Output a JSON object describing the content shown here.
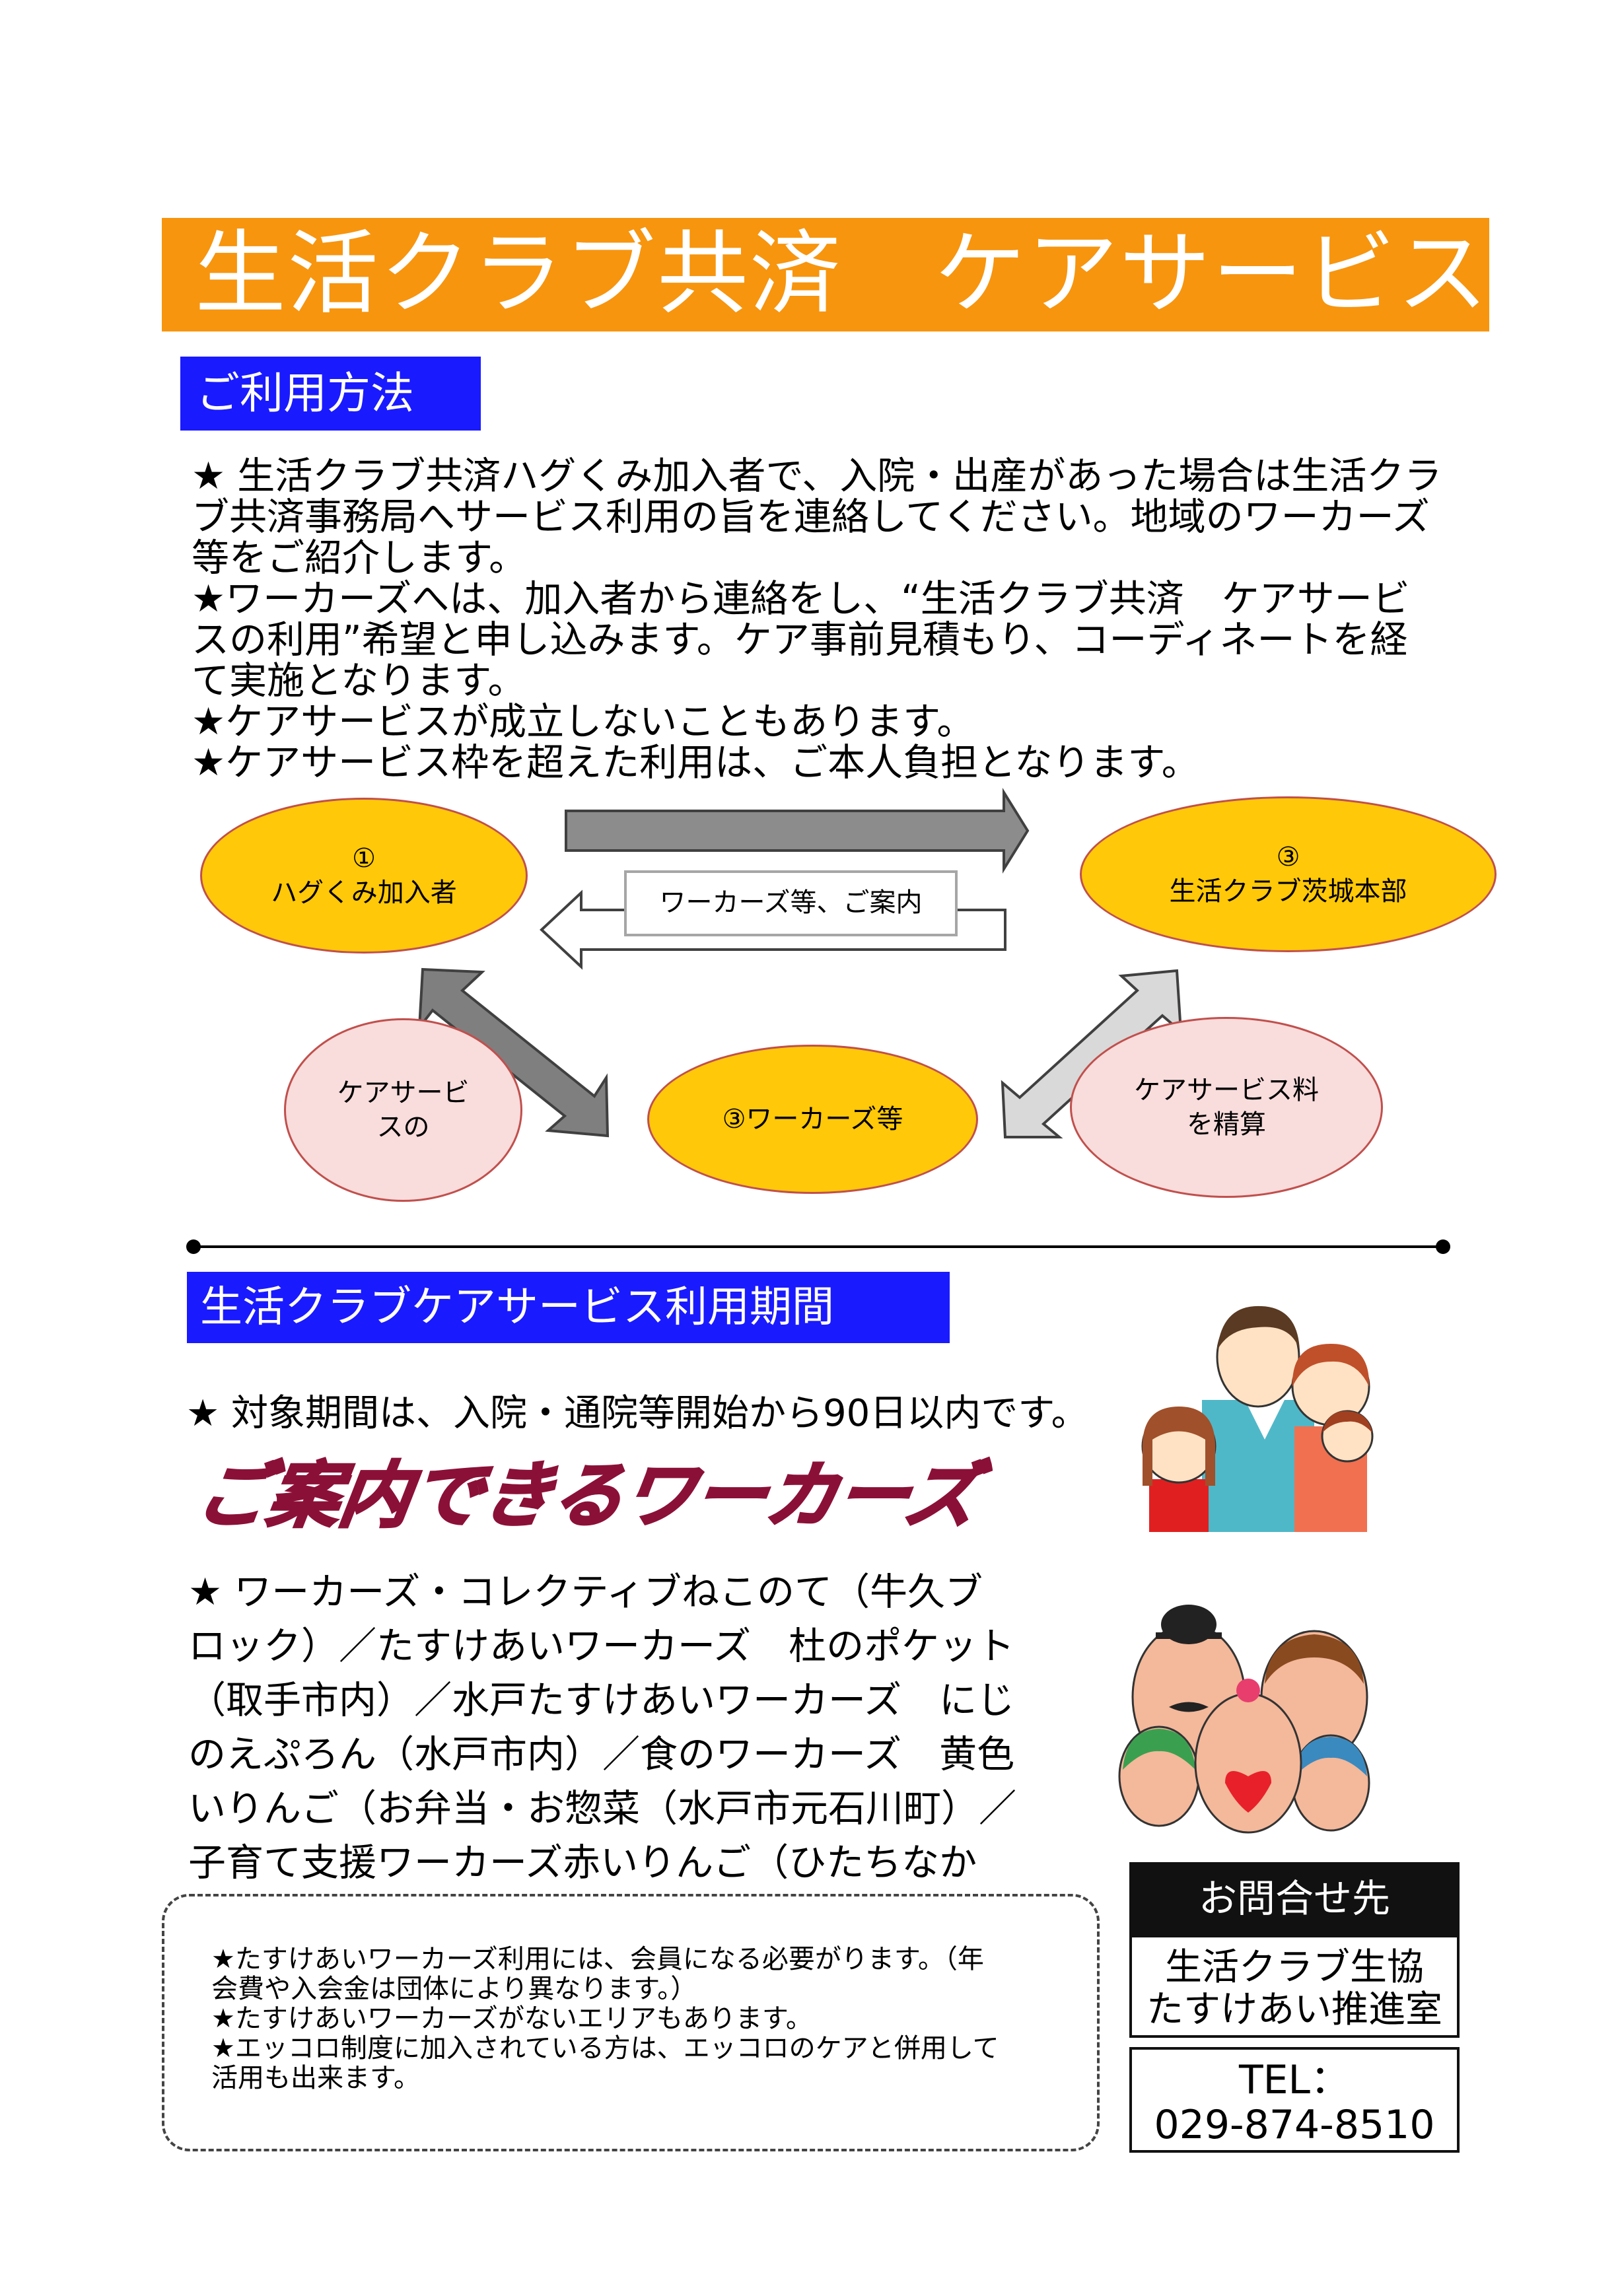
{
  "title": "生活クラブ共済　ケアサービス",
  "usage": {
    "heading": "ご利用方法",
    "lines": [
      "★ 生活クラブ共済ハグくみ加入者で、入院・出産があった場合は生活クラ",
      "ブ共済事務局へサービス利用の旨を連絡してください。地域のワーカーズ",
      "等をご紹介します。",
      "★ワーカーズへは、加入者から連絡をし、“生活クラブ共済　ケアサービ",
      "スの利用”希望と申し込みます。ケア事前見積もり、コーディネートを経",
      "て実施となります。",
      "★ケアサービスが成立しないこともあります。",
      "★ケアサービス枠を超えた利用は、ご本人負担となります。"
    ]
  },
  "flow": {
    "node1_num": "①",
    "node1_label": "ハグくみ加入者",
    "node3_num": "③",
    "node3_label": "生活クラブ茨城本部",
    "workers": "③ワーカーズ等",
    "care_line1": "ケアサービ",
    "care_line2": "スの",
    "fee_line1": "ケアサービス料",
    "fee_line2": "を精算",
    "arrow_label": "ワーカーズ等、ご案内"
  },
  "period": {
    "heading": "生活クラブケアサービス利用期間",
    "text": "★ 対象期間は、入院・通院等開始から90日以内です。"
  },
  "workers": {
    "title": "ご案内できるワーカーズ",
    "lines": [
      "★ ワーカーズ・コレクティブねこのて（牛久ブ",
      "ロック）／たすけあいワーカーズ　杜のポケット",
      "（取手市内）／水戸たすけあいワーカーズ　にじ",
      "のえぷろん（水戸市内）／食のワーカーズ　黄色",
      "いりんご（お弁当・お惣菜（水戸市元石川町）／",
      "子育て支援ワーカーズ赤いりんご（ひたちなか"
    ]
  },
  "notes": {
    "lines": [
      "★たすけあいワーカーズ利用には、会員になる必要がります。（年",
      "会費や入会金は団体により異なります。）",
      "★たすけあいワーカーズがないエリアもあります。",
      "★エッコロ制度に加入されている方は、エッコロのケアと併用して",
      "活用も出来ます。"
    ]
  },
  "contact": {
    "heading": "お問合せ先",
    "org_line1": "生活クラブ生協",
    "org_line2": "たすけあい推進室",
    "tel_label": "TEL：",
    "tel": "029-874-8510"
  },
  "colors": {
    "banner": "#f7950e",
    "section_head": "#1a1aff",
    "ellipse_yellow": "#ffc808",
    "ellipse_pink": "#f9dcdc",
    "workers_title": "#8b1038"
  }
}
